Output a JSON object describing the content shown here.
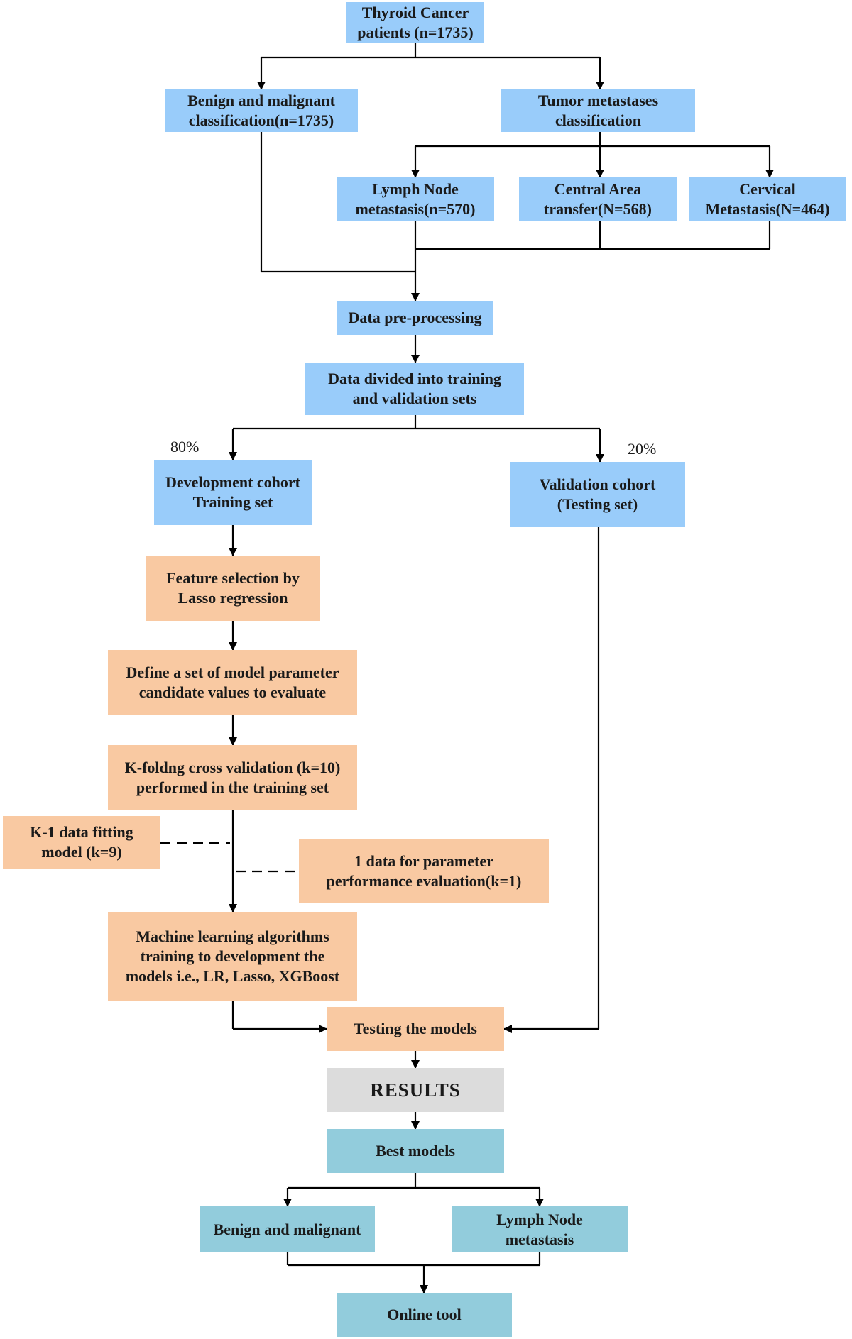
{
  "boxes": {
    "thyroid": "Thyroid Cancer\npatients (n=1735)",
    "benign_class": "Benign and malignant\nclassification(n=1735)",
    "tumor_class": "Tumor metastases\nclassification",
    "lymph": "Lymph Node\nmetastasis(n=570)",
    "central": "Central Area\ntransfer(N=568)",
    "cervical": "Cervical\nMetastasis(N=464)",
    "preprocess": "Data pre-processing",
    "divided": "Data divided into training\nand validation sets",
    "development": "Development cohort\nTraining set",
    "validation": "Validation cohort\n(Testing set)",
    "feature": "Feature selection by\nLasso regression",
    "define": "Define a set of model parameter\ncandidate values to evaluate",
    "kfold": "K-foldng cross validation (k=10)\nperformed in the training set",
    "k1": "K-1 data fitting\nmodel (k=9)",
    "onedata": "1 data for parameter\nperformance evaluation(k=1)",
    "ml": "Machine learning algorithms\ntraining to development the\nmodels i.e., LR, Lasso, XGBoost",
    "testing": "Testing the models",
    "results": "RESULTS",
    "best": "Best models",
    "benign_out": "Benign and malignant",
    "lymph_out": "Lymph Node\nmetastasis",
    "online": "Online tool"
  },
  "split_labels": {
    "training": "80%",
    "testing": "20%"
  },
  "colors": {
    "data_steps": "#99ccfa",
    "modeling_steps": "#f9c9a2",
    "results": "#dcdcdc",
    "outcomes": "#92ccdc",
    "connector": "#000000"
  }
}
